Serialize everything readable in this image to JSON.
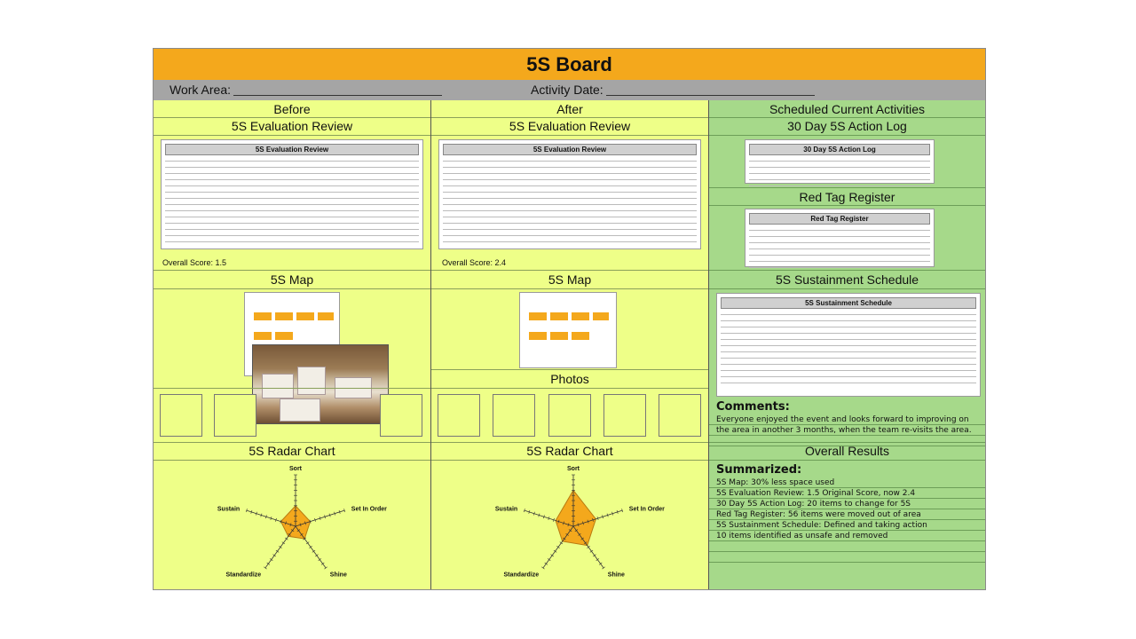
{
  "board": {
    "title": "5S Board",
    "work_area_label": "Work Area:",
    "activity_date_label": "Activity Date:"
  },
  "before": {
    "header": "Before",
    "eval_header": "5S Evaluation Review",
    "doc_title": "5S Evaluation Review",
    "score": "Overall Score: 1.5",
    "map_header": "5S Map",
    "radar_header": "5S Radar Chart"
  },
  "after": {
    "header": "After",
    "eval_header": "5S Evaluation Review",
    "doc_title": "5S Evaluation Review",
    "score": "Overall Score: 2.4",
    "map_header": "5S Map",
    "photos_header": "Photos",
    "radar_header": "5S Radar Chart"
  },
  "current": {
    "header": "Scheduled  Current Activities",
    "action_log_header": "30 Day 5S Action Log",
    "action_log_doc": "30 Day 5S Action Log",
    "red_tag_header": "Red Tag Register",
    "red_tag_doc": "Red Tag Register",
    "sustain_header": "5S Sustainment Schedule",
    "sustain_doc": "5S Sustainment Schedule",
    "comments_title": "Comments:",
    "comments_line1": "Everyone enjoyed the event and looks forward to improving on",
    "comments_line2": "the area in another 3 months, when the team re-visits the area.",
    "results_header": "Overall Results",
    "summary_title": "Summarized:",
    "summary_items": [
      "5S Map: 30% less space used",
      "5S Evaluation Review: 1.5 Original Score, now 2.4",
      "30 Day 5S Action Log: 20 items to change for 5S",
      "Red Tag Register: 56 items were moved out of area",
      "5S Sustainment Schedule: Defined and taking action",
      "10 items identified as unsafe and removed"
    ]
  },
  "radar_axes": [
    "Sort",
    "Set In Order",
    "Shine",
    "Standardize",
    "Sustain"
  ],
  "chart_data": [
    {
      "type": "radar",
      "categories": [
        "Sort",
        "Set In Order",
        "Shine",
        "Standardize",
        "Sustain"
      ],
      "range": [
        0,
        5
      ],
      "values": [
        2,
        1.5,
        1.5,
        1.2,
        1.5
      ],
      "fill": "#f4a81c"
    },
    {
      "type": "radar",
      "categories": [
        "Sort",
        "Set In Order",
        "Shine",
        "Standardize",
        "Sustain"
      ],
      "range": [
        0,
        5
      ],
      "values": [
        3.5,
        2.3,
        2.3,
        1.8,
        1.8
      ],
      "fill": "#f4a81c"
    }
  ],
  "colors": {
    "title_bar": "#f4a81c",
    "info_bar": "#a5a5a5",
    "yellow_panel": "#eeff88",
    "green_panel": "#a6d98a"
  }
}
